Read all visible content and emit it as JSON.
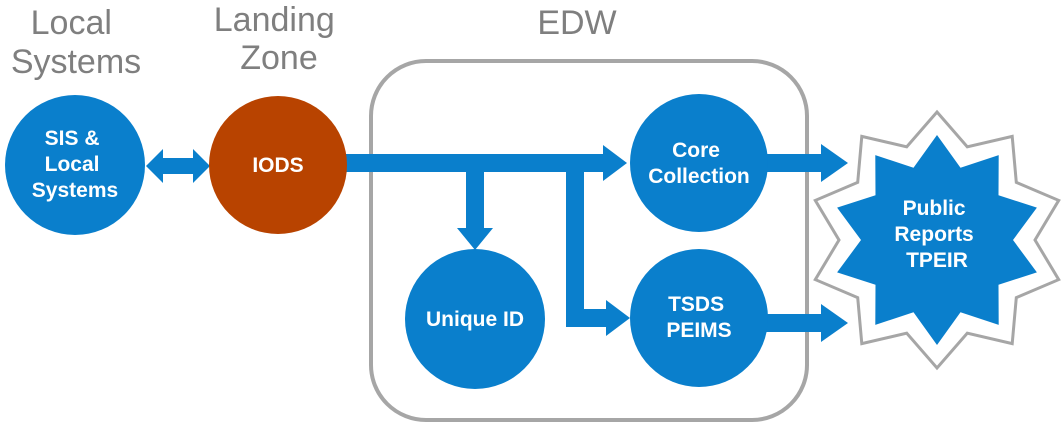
{
  "headers": {
    "local_systems": [
      "Local",
      "Systems"
    ],
    "landing_zone": [
      "Landing",
      "Zone"
    ],
    "edw": "EDW"
  },
  "nodes": {
    "sis": [
      "SIS &",
      "Local",
      "Systems"
    ],
    "iods": [
      "IODS"
    ],
    "core": [
      "Core",
      "Collection"
    ],
    "unique": [
      "Unique ID"
    ],
    "tsds": [
      "TSDS",
      "PEIMS"
    ],
    "public": [
      "Public",
      "Reports",
      "TPEIR"
    ]
  },
  "colors": {
    "node_blue": "#0a7fcc",
    "landing_orange": "#b84300",
    "arrow_blue": "#0a7fcc",
    "header_gray": "#7f7f7f",
    "edw_border": "#a6a6a6",
    "star_outline": "#a6a6a6"
  }
}
